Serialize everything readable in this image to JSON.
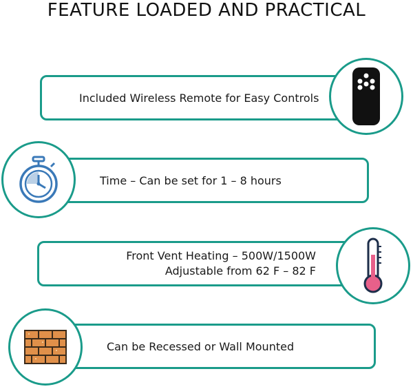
{
  "title": "FEATURE LOADED AND PRACTICAL",
  "features": [
    {
      "label": "Included Wireless Remote for Easy Controls",
      "icon": "remote-control-icon"
    },
    {
      "label": "Time – Can be set for 1 – 8 hours",
      "icon": "stopwatch-icon"
    },
    {
      "line1": "Front Vent Heating – 500W/1500W",
      "line2": "Adjustable from 62 F – 82 F",
      "icon": "thermometer-icon"
    },
    {
      "label": "Can be Recessed or Wall Mounted",
      "icon": "brick-wall-icon"
    }
  ],
  "colors": {
    "accent": "#1a9b8a",
    "icon_blue": "#3a79b8",
    "thermo_red": "#e8608a",
    "brick": "#e0904a"
  }
}
